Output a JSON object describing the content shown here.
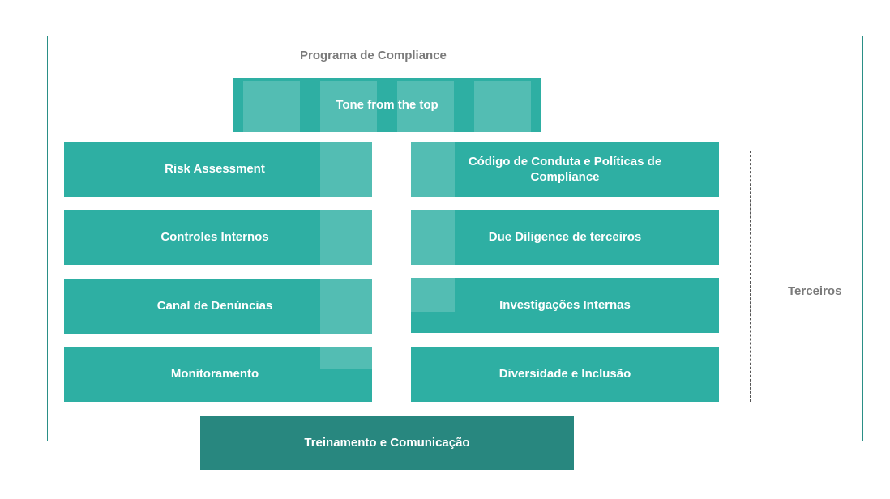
{
  "diagram": {
    "title": "Programa de Compliance",
    "top_box": "Tone from the top",
    "left_column": [
      "Risk Assessment",
      "Controles Internos",
      "Canal de Denúncias",
      "Monitoramento"
    ],
    "right_column": [
      "Código de Conduta e Políticas de Compliance",
      "Due Diligence de terceiros",
      "Investigações Internas",
      "Diversidade e Inclusão"
    ],
    "bottom_box": "Treinamento e Comunicação",
    "side_label": "Terceiros",
    "colors": {
      "box": "#2eafa3",
      "bottom_box": "#28877f",
      "frame": "#2a8f86",
      "label_text": "#7a7a7a"
    }
  }
}
